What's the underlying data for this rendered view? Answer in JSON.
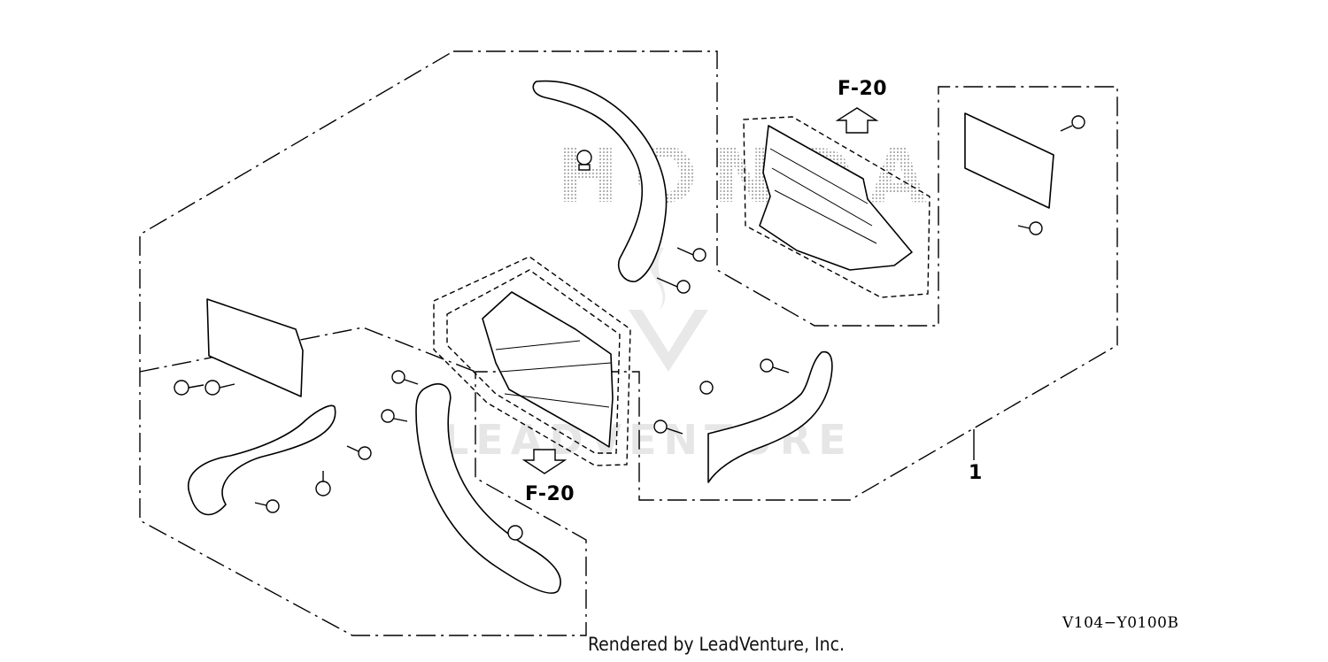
{
  "labels": {
    "f20_top": "F-20",
    "f20_bottom": "F-20",
    "part_number": "1"
  },
  "ref_code": "V104−Y0100B",
  "footer": "Rendered by LeadVenture, Inc.",
  "watermark": {
    "brand_text": "HONDA",
    "lv_text": "LEADVENTURE"
  },
  "colors": {
    "line": "#000000",
    "watermark": "#e6e6e6",
    "dots": "#9a9a9a"
  }
}
